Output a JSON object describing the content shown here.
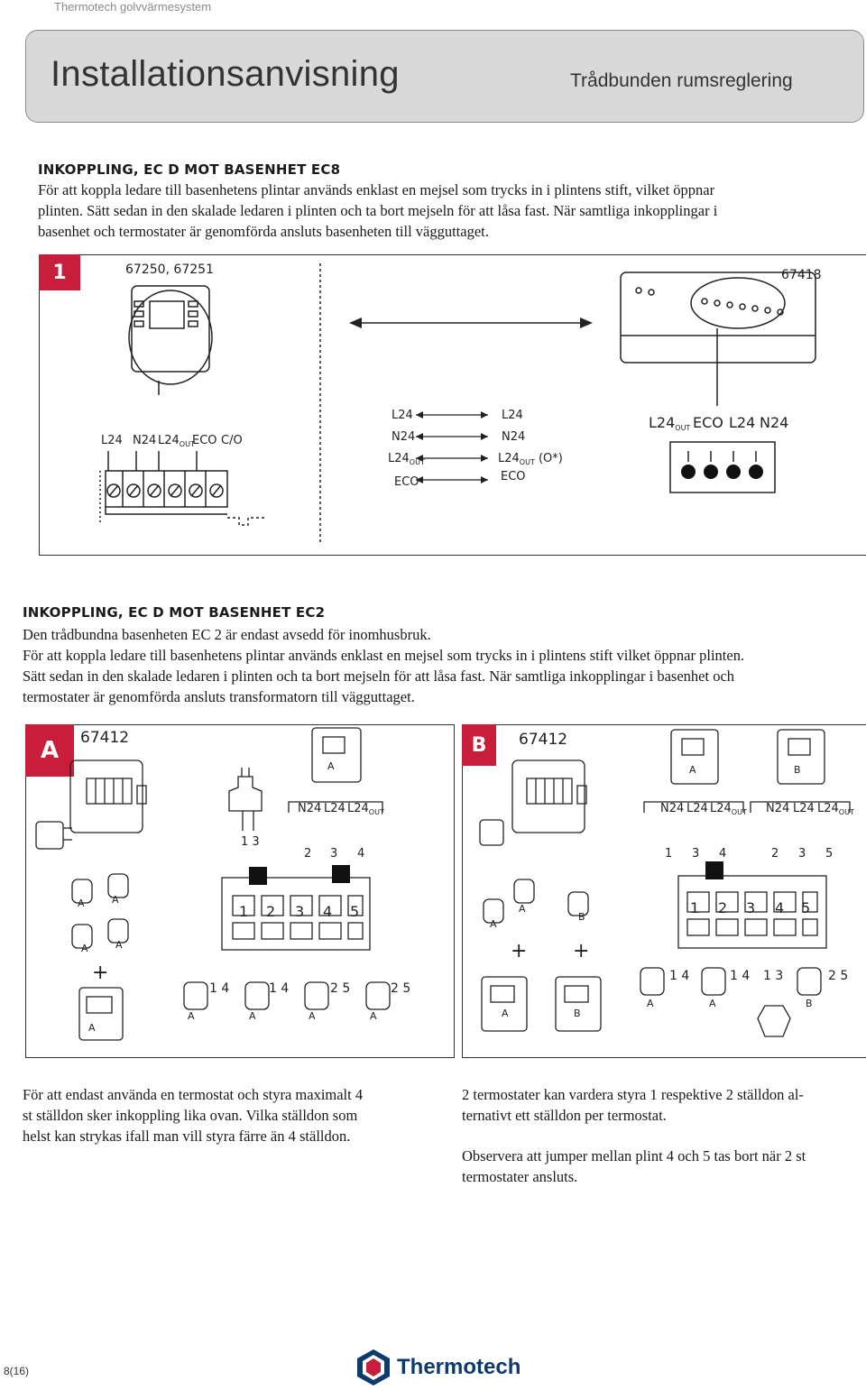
{
  "header": {
    "company": "Thermotech golvvärmesystem",
    "title": "Installationsanvisning",
    "subtitle": "Trådbunden rumsreglering"
  },
  "section1": {
    "heading": "INKOPPLING, EC D MOT BASENHET EC8",
    "lines": [
      "För att koppla ledare till basenhetens plintar används enklast en mejsel som trycks in i plintens stift, vilket öppnar",
      "plinten. Sätt sedan in den skalade ledaren i plinten och ta bort mejseln för att låsa fast. När samtliga inkopplingar i",
      "basenhet och termostater är genomförda ansluts basenheten till vägguttaget."
    ]
  },
  "figure1": {
    "badge": "1",
    "thermostat_code": "67250, 67251",
    "base_code": "67418",
    "left_terminals": [
      "L24",
      "N24",
      "L24",
      "ECO",
      "C/O"
    ],
    "mid_left": [
      "L24",
      "N24",
      "L24",
      "ECO"
    ],
    "mid_right": [
      "L24",
      "N24",
      "L24",
      "(O*)",
      "ECO"
    ],
    "out_sub": "OUT",
    "right_terminals": [
      "L24",
      "ECO",
      "L24",
      "N24"
    ]
  },
  "section2": {
    "heading": "INKOPPLING, EC D MOT BASENHET EC2",
    "lines": [
      "Den trådbundna basenheten EC 2 är endast avsedd för inomhusbruk.",
      "För att koppla ledare till basenhetens plintar används enklast en mejsel som trycks in i plintens stift vilket öppnar plinten.",
      "Sätt sedan in den skalade ledaren i plinten och ta bort mejseln för att låsa fast. När samtliga inkopplingar i basenhet och",
      "termostater är genomförda ansluts transformatorn till vägguttaget."
    ]
  },
  "figureA": {
    "badge": "A",
    "code": "67412",
    "thermostat_letter": "A",
    "terminals": [
      "N24",
      "L24",
      "L24"
    ],
    "out_sub": "OUT",
    "plug_nums": "1  3",
    "term_nums": [
      "2",
      "3",
      "4"
    ],
    "block_nums": [
      "1",
      "2",
      "3",
      "4",
      "5"
    ],
    "plus": "+",
    "actuator_letter": "A",
    "act_nums": [
      "1 4",
      "1 4",
      "2 5",
      "2 5"
    ]
  },
  "figureB": {
    "badge": "B",
    "code": "67412",
    "thermo_letters": [
      "A",
      "B"
    ],
    "terminals": [
      "N24",
      "L24",
      "L24"
    ],
    "out_sub": "OUT",
    "nums_a": [
      "1",
      "3",
      "4"
    ],
    "nums_b": [
      "2",
      "3",
      "5"
    ],
    "block_nums": [
      "1",
      "2",
      "3",
      "4",
      "5"
    ],
    "plus": "+",
    "act_letters": [
      "A",
      "A",
      "B"
    ],
    "act_nums": [
      "1 4",
      "1 4",
      "1 3",
      "2 5"
    ],
    "act_bottom": [
      "A",
      "A",
      "B"
    ]
  },
  "notes": {
    "left": [
      "För att endast använda en termostat och styra maximalt 4",
      "st ställdon sker inkoppling lika ovan. Vilka ställdon som",
      "helst kan strykas ifall man vill styra färre än 4 ställdon."
    ],
    "right_p1": [
      "2 termostater kan vardera styra 1 respektive 2 ställdon al-",
      "ternativt ett ställdon per termostat."
    ],
    "right_p2": [
      "Observera att jumper mellan plint 4 och 5 tas bort när 2 st",
      "termostater ansluts."
    ]
  },
  "footer": {
    "page": "8(16)",
    "logo": "Thermotech"
  },
  "colors": {
    "accent": "#c81e3c",
    "banner": "#d9d9d9",
    "logo": "#0d3b6e"
  }
}
